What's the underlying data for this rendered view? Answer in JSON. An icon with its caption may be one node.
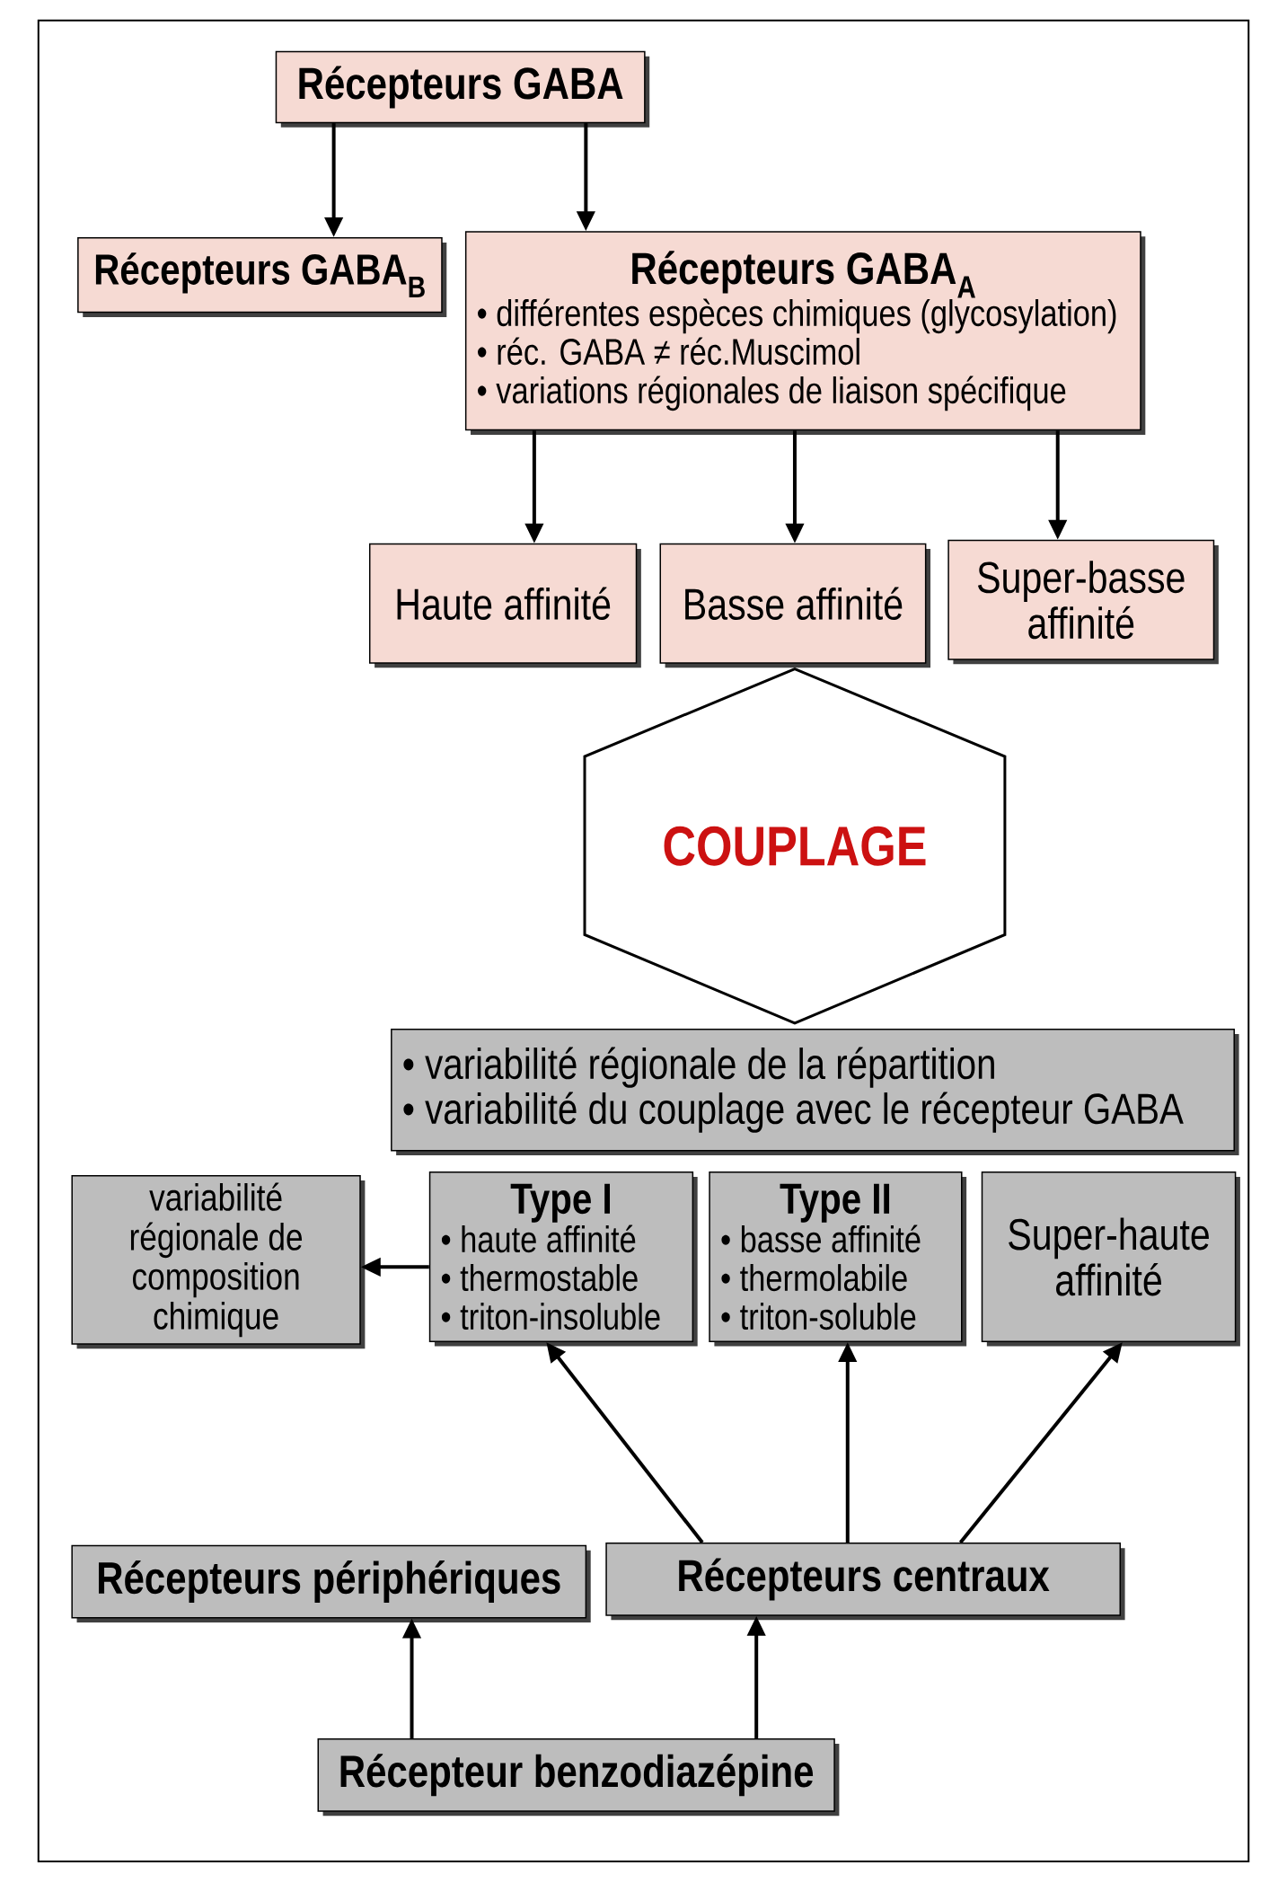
{
  "diagram": {
    "nodes": [
      {
        "text": [
          "Récepteurs GABA"
        ]
      },
      {
        "text": [
          "Récepteurs GABA$_{B}$"
        ]
      },
      {
        "text": [
          "Récepteurs GABA$_{A}$",
          "• différentes espèces chimiques (glycosylation)",
          "• réc. GABA ≠ réc.Muscimol",
          "• variations régionales de liaison spécifique"
        ]
      },
      {
        "text": [
          "Haute affinité"
        ]
      },
      {
        "text": [
          "Basse affinité"
        ]
      },
      {
        "text": [
          "Super-basse affinité"
        ]
      },
      {
        "text": [
          "COUPLAGE"
        ]
      },
      {
        "text": [
          "• variabilité régionale de la répartition",
          "• variabilité du couplage avec le récepteur GABA"
        ]
      },
      {
        "text": [
          "variabilité régionale de composition chimique"
        ]
      },
      {
        "text": [
          "Type I",
          "• haute affinité",
          "• thermostable",
          "• triton-insoluble"
        ]
      },
      {
        "text": [
          "Type II",
          "• basse affinité",
          "• thermolabile",
          "• triton-soluble"
        ]
      },
      {
        "text": [
          "Super-haute affinité"
        ]
      },
      {
        "text": [
          "Récepteurs périphériques"
        ]
      },
      {
        "text": [
          "Récepteurs centraux"
        ]
      },
      {
        "text": [
          "Récepteur benzodiazépine"
        ]
      }
    ],
    "edges": [
      {
        "from": 0,
        "to": 1,
        "arrow": "to"
      },
      {
        "from": 0,
        "to": 2,
        "arrow": "to"
      },
      {
        "from": 2,
        "to": 3,
        "arrow": "to"
      },
      {
        "from": 2,
        "to": 4,
        "arrow": "to"
      },
      {
        "from": 2,
        "to": 5,
        "arrow": "to"
      },
      {
        "from": 9,
        "to": 8,
        "arrow": "to"
      },
      {
        "from": 13,
        "to": 9,
        "arrow": "to"
      },
      {
        "from": 13,
        "to": 10,
        "arrow": "to"
      },
      {
        "from": 13,
        "to": 11,
        "arrow": "to"
      },
      {
        "from": 14,
        "to": 12,
        "arrow": "to"
      },
      {
        "from": 14,
        "to": 13,
        "arrow": "to"
      }
    ]
  }
}
